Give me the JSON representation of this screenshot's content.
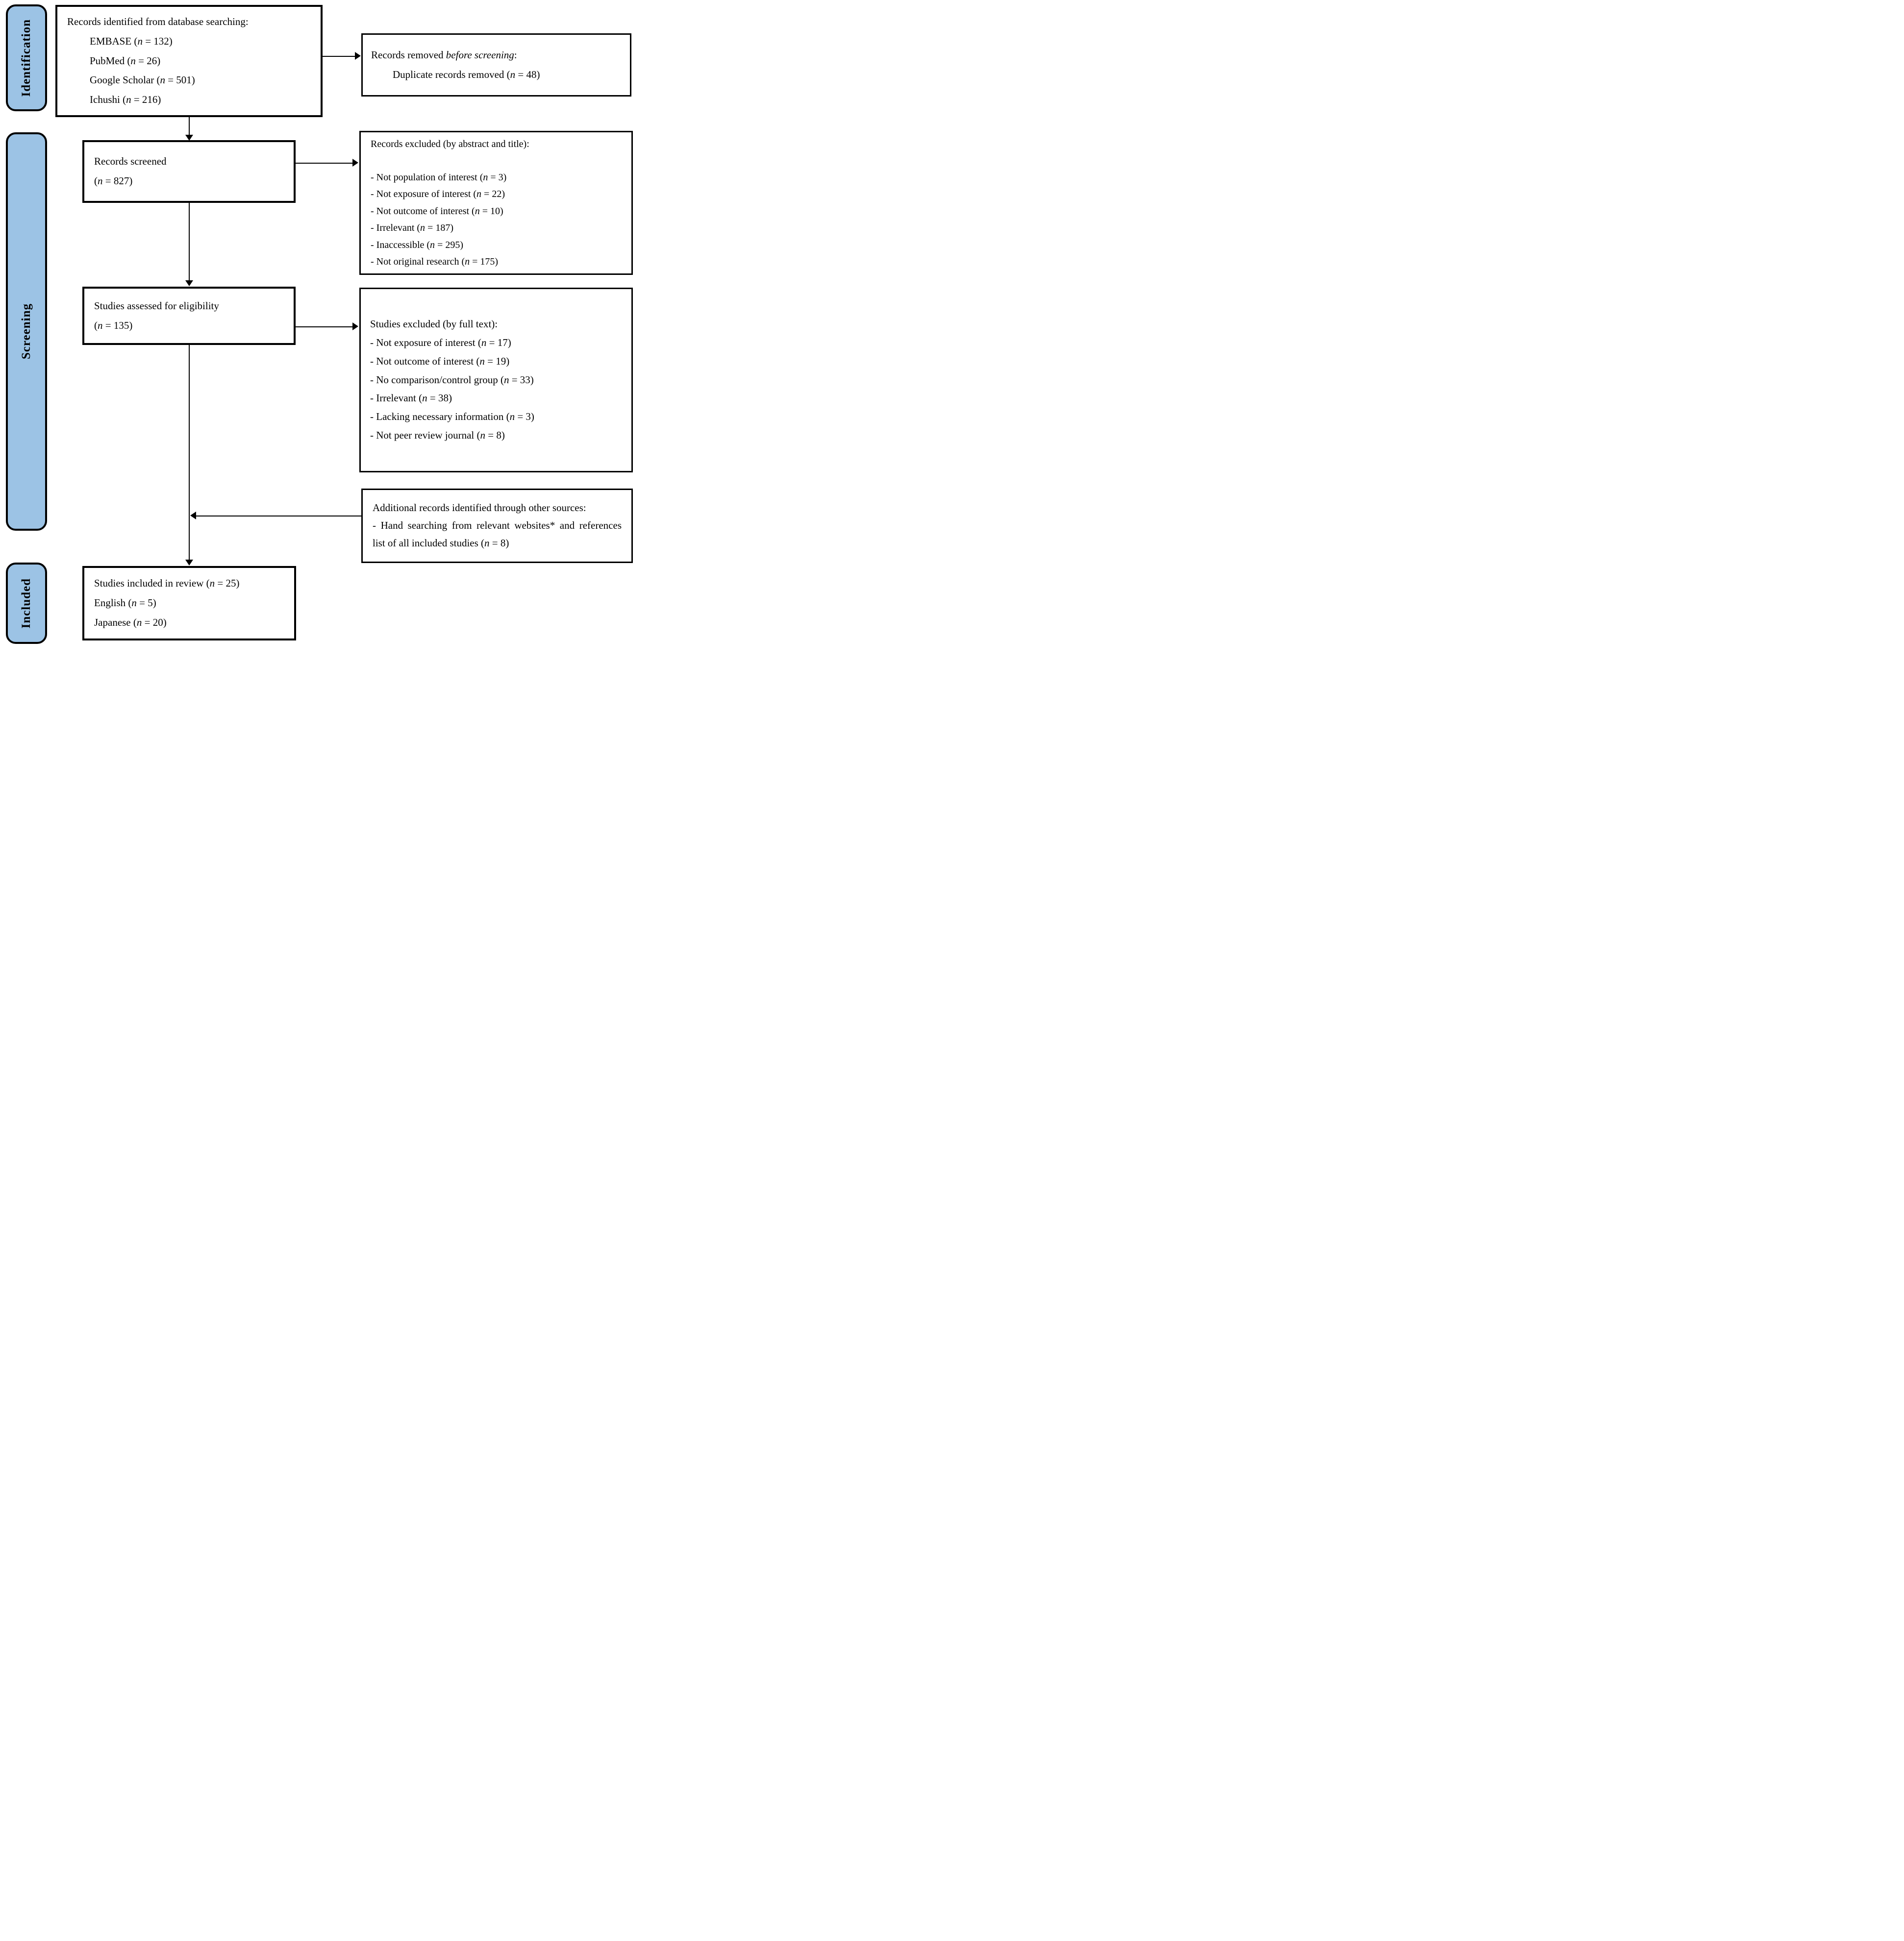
{
  "colors": {
    "stage_fill": "#9CC3E5",
    "line": "#000000",
    "box_bg": "#FFFFFF"
  },
  "stage_labels": {
    "identification": "Identification",
    "screening": "Screening",
    "included": "Included"
  },
  "boxes": {
    "identified": {
      "title": "Records identified from database searching:",
      "items": [
        "EMBASE (n = 132)",
        "PubMed (n = 26)",
        "Google Scholar (n = 501)",
        "Ichushi (n = 216)"
      ]
    },
    "removed": {
      "title_prefix": "Records removed ",
      "title_italic": "before screening",
      "title_suffix": ":",
      "items": [
        "Duplicate records removed (n = 48)"
      ]
    },
    "screened": {
      "lines": [
        "Records screened",
        "(n = 827)"
      ]
    },
    "excluded_abstract": {
      "title": "Records excluded (by abstract and title):",
      "items": [
        "- Not population of interest (n = 3)",
        "- Not exposure of interest (n = 22)",
        "- Not outcome of interest (n = 10)",
        "- Irrelevant (n = 187)",
        "- Inaccessible (n = 295)",
        "- Not original research (n = 175)"
      ]
    },
    "assessed": {
      "lines": [
        "Studies assessed for eligibility",
        "(n = 135)"
      ]
    },
    "excluded_fulltext": {
      "title": "Studies excluded (by full text):",
      "items": [
        "- Not exposure of interest (n = 17)",
        "- Not outcome of interest (n = 19)",
        "- No comparison/control group (n = 33)",
        "- Irrelevant (n = 38)",
        "- Lacking necessary information (n = 3)",
        "- Not peer review journal (n = 8)"
      ]
    },
    "additional": {
      "lines": [
        "Additional records identified through other sources:",
        "- Hand searching from relevant websites* and references list of all included studies (n = 8)"
      ]
    },
    "included_review": {
      "lines": [
        "Studies included in review (n = 25)",
        "English (n = 5)",
        "Japanese (n = 20)"
      ]
    }
  }
}
